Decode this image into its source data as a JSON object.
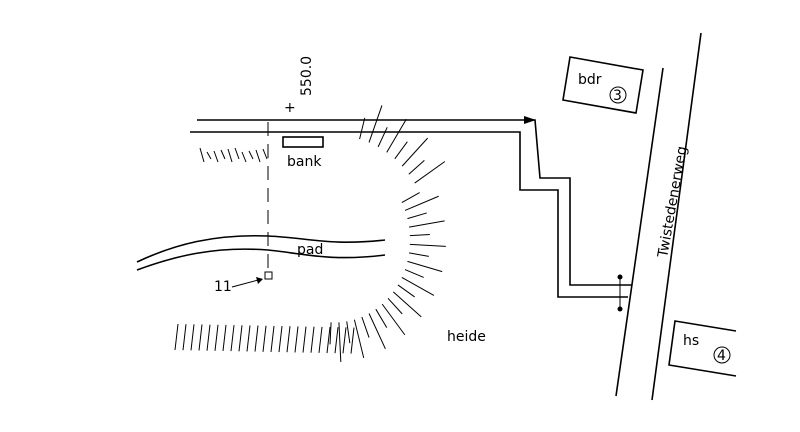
{
  "labels": {
    "elevation": "550.0",
    "elevation_marker": "+",
    "bench": "bank",
    "path": "pad",
    "point_id": "11",
    "heath": "heide",
    "street": "Twistedenerweg",
    "house_a": "bdr",
    "house_a_number": "3",
    "house_b": "hs",
    "house_b_number": "4"
  },
  "colors": {
    "ink": "#000000",
    "paper": "#ffffff"
  }
}
